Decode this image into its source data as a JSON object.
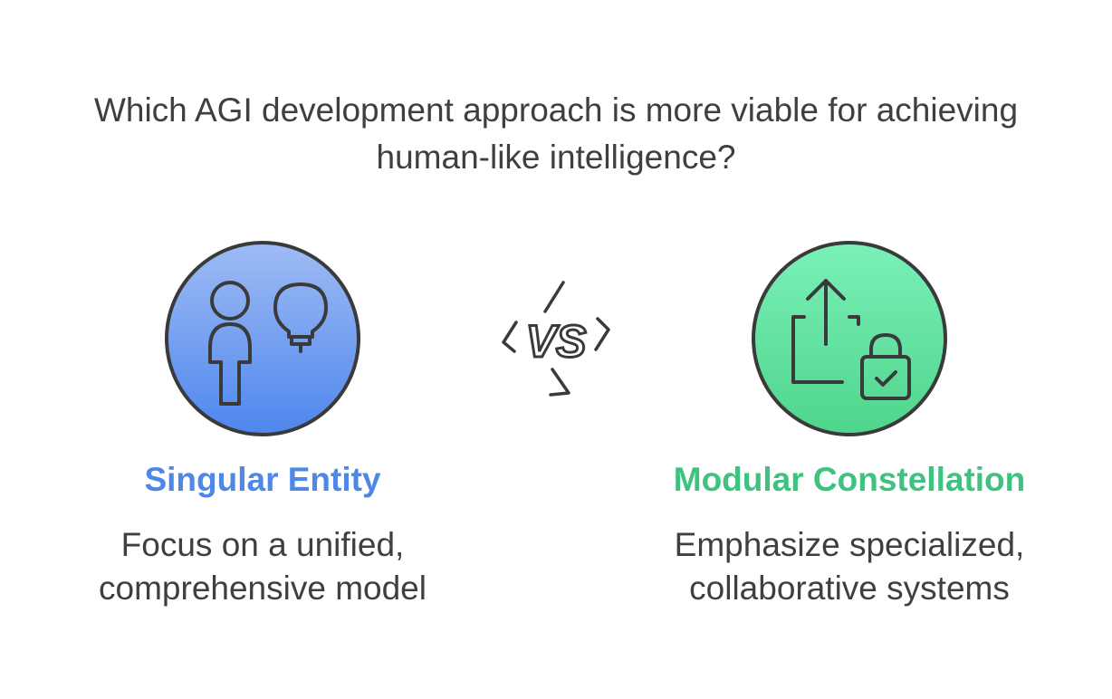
{
  "title": {
    "line1": "Which AGI development approach is more viable for achieving",
    "line2": "human-like intelligence?"
  },
  "vs_label": "VS",
  "options": [
    {
      "heading": "Singular Entity",
      "description_line1": "Focus on a unified,",
      "description_line2": "comprehensive model",
      "icon": "person-lightbulb-icon",
      "color": "#4f87e6"
    },
    {
      "heading": "Modular Constellation",
      "description_line1": "Emphasize specialized,",
      "description_line2": "collaborative systems",
      "icon": "share-lock-icon",
      "color": "#3ec27f"
    }
  ]
}
